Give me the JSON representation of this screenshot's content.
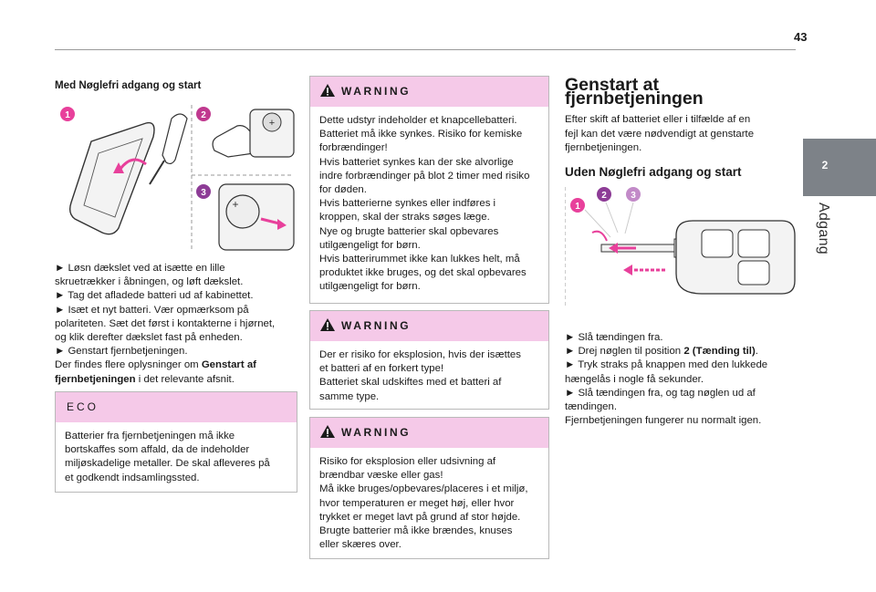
{
  "page": {
    "number": "43"
  },
  "sidebar": {
    "tab_number": "2",
    "tab_label": "Adgang"
  },
  "col1": {
    "heading": "Med Nøglefri adgang og start",
    "figure_steps": [
      "1",
      "2",
      "3"
    ],
    "lines": [
      "► Løsn dækslet ved at isætte en lille",
      "skruetrækker i åbningen, og løft dækslet.",
      "► Tag det afladede batteri ud af kabinettet.",
      "► Isæt et nyt batteri. Vær opmærksom på",
      "polariteten. Sæt det først i kontakterne i hjørnet,",
      "og klik derefter dækslet fast på enheden.",
      "► Genstart fjernbetjeningen."
    ],
    "ref_pre": "Der findes flere oplysninger om ",
    "ref_bold1": "Genstart af",
    "ref_bold2": "fjernbetjeningen",
    "ref_post": " i det relevante afsnit.",
    "eco": {
      "title": "ECO",
      "lines": [
        "Batterier fra fjernbetjeningen må ikke",
        "bortskaffes som affald, da de indeholder",
        "miljøskadelige metaller. De skal afleveres på",
        "et godkendt indsamlingssted."
      ]
    }
  },
  "col2": {
    "warnings": [
      {
        "title": "WARNING",
        "lines": [
          "Dette udstyr indeholder et knapcellebatteri.",
          "Batteriet må ikke synkes. Risiko for kemiske",
          "forbrændinger!",
          "Hvis batteriet synkes kan der ske alvorlige",
          "indre forbrændinger på blot 2 timer med risiko",
          "for døden.",
          "Hvis batterierne synkes eller indføres i",
          "kroppen, skal der straks søges læge.",
          "Nye og brugte batterier skal opbevares",
          "utilgængeligt for børn.",
          "Hvis batterirummet ikke kan lukkes helt, må",
          "produktet ikke bruges, og det skal opbevares",
          "utilgængeligt for børn."
        ]
      },
      {
        "title": "WARNING",
        "lines": [
          "Der er risiko for eksplosion, hvis der isættes",
          "et batteri af en forkert type!",
          "Batteriet skal udskiftes med et batteri af",
          "samme type."
        ]
      },
      {
        "title": "WARNING",
        "lines": [
          "Risiko for eksplosion eller udsivning af",
          "brændbar væske eller gas!",
          "Må ikke bruges/opbevares/placeres i et miljø,",
          "hvor temperaturen er meget høj, eller hvor",
          "trykket er meget lavt på grund af stor højde.",
          "Brugte batterier må ikke brændes, knuses",
          "eller skæres over."
        ]
      }
    ]
  },
  "col3": {
    "title": "Genstart at fjernbetjeningen",
    "intro": [
      "Efter skift af batteriet eller i tilfælde af en",
      "fejl kan det være nødvendigt at genstarte",
      "fjernbetjeningen."
    ],
    "subheading": "Uden Nøglefri adgang og start",
    "figure_steps": [
      "1",
      "2",
      "3"
    ],
    "line1": "► Slå tændingen fra.",
    "line2_pre": "► Drej nøglen til position ",
    "line2_bold": "2 (Tænding til)",
    "line2_post": ".",
    "rest": [
      "► Tryk straks på knappen med den lukkede",
      "hængelås i nogle få sekunder.",
      "► Slå tændingen fra, og tag nøglen ud af",
      "tændingen.",
      "Fjernbetjeningen fungerer nu normalt igen."
    ]
  },
  "colors": {
    "accent_pink": "#f5c9e8",
    "step_pink": "#e8409b",
    "step_purple": "#8d3c96",
    "tab_gray": "#7d8288"
  }
}
